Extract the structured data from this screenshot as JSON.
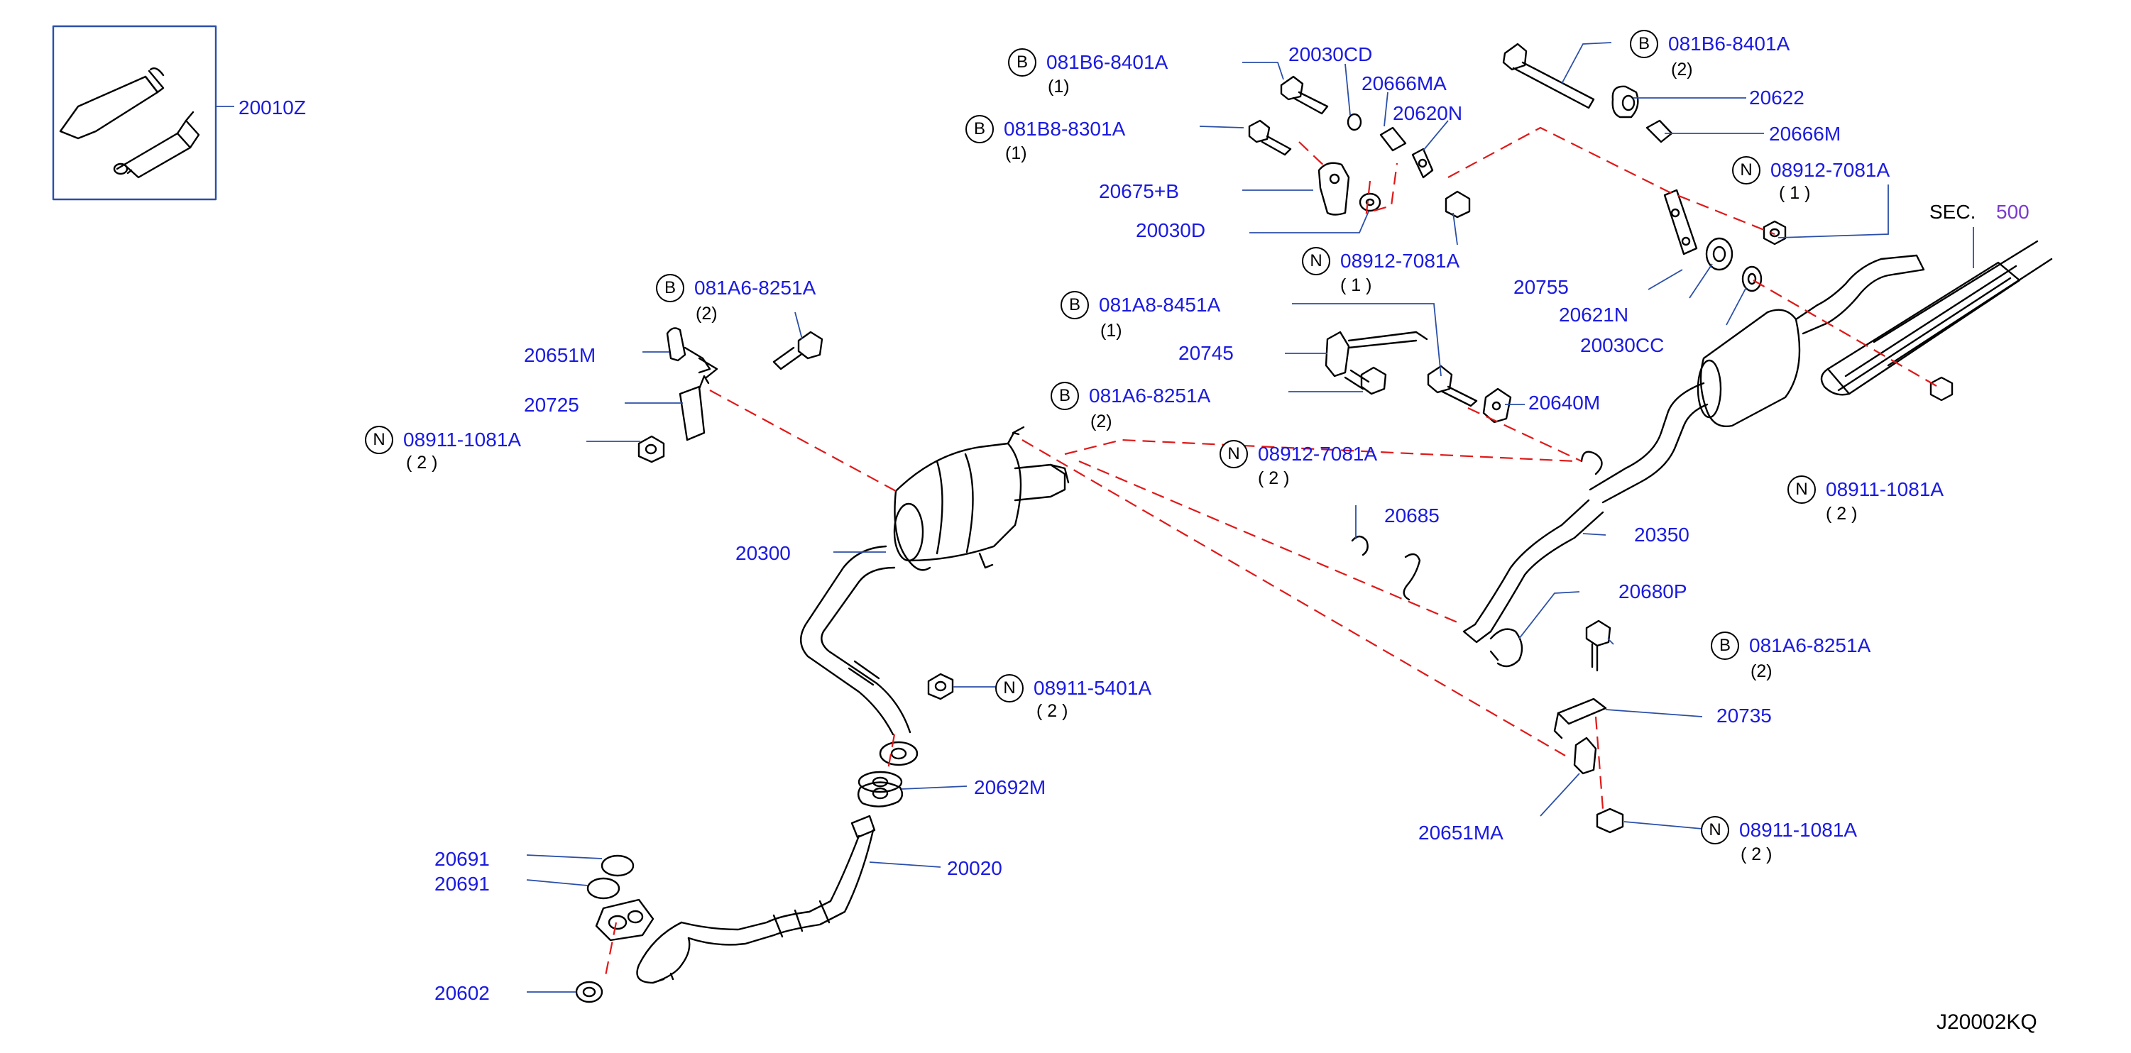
{
  "diagram_code": "J20002KQ",
  "section_ref": {
    "prefix": "SEC.",
    "number": "500"
  },
  "colors": {
    "label": "#1a1ae0",
    "dash": "#e01818",
    "line": "#000000",
    "sec_number": "#7a3ad0"
  },
  "parts": {
    "p20010Z": "20010Z",
    "p20030CD": "20030CD",
    "p20666MA": "20666MA",
    "p20620N": "20620N",
    "p20675B": "20675+B",
    "p20030D": "20030D",
    "p20622": "20622",
    "p20666M": "20666M",
    "p20755": "20755",
    "p20621N": "20621N",
    "p20030CC": "20030CC",
    "p20651M": "20651M",
    "p20725": "20725",
    "p20745": "20745",
    "p20640M": "20640M",
    "p20685": "20685",
    "p20350": "20350",
    "p20300": "20300",
    "p20680P": "20680P",
    "p20735": "20735",
    "p20651MA": "20651MA",
    "p20692M": "20692M",
    "p20020": "20020",
    "p20691a": "20691",
    "p20691b": "20691",
    "p20602": "20602"
  },
  "fasteners": {
    "f1": {
      "type": "B",
      "code": "081B6-8401A",
      "qty": "(1)"
    },
    "f2": {
      "type": "B",
      "code": "081B8-8301A",
      "qty": "(1)"
    },
    "f3": {
      "type": "B",
      "code": "081B6-8401A",
      "qty": "(2)"
    },
    "f4": {
      "type": "N",
      "code": "08912-7081A",
      "qty": "( 1 )"
    },
    "f5": {
      "type": "N",
      "code": "08912-7081A",
      "qty": "( 1 )"
    },
    "f6": {
      "type": "B",
      "code": "081A6-8251A",
      "qty": "(2)"
    },
    "f7": {
      "type": "B",
      "code": "081A8-8451A",
      "qty": "(1)"
    },
    "f8": {
      "type": "N",
      "code": "08911-1081A",
      "qty": "( 2 )"
    },
    "f9": {
      "type": "B",
      "code": "081A6-8251A",
      "qty": "(2)"
    },
    "f10": {
      "type": "N",
      "code": "08912-7081A",
      "qty": "( 2 )"
    },
    "f11": {
      "type": "N",
      "code": "08911-1081A",
      "qty": "( 2 )"
    },
    "f12": {
      "type": "B",
      "code": "081A6-8251A",
      "qty": "(2)"
    },
    "f13": {
      "type": "N",
      "code": "08911-5401A",
      "qty": "( 2 )"
    },
    "f14": {
      "type": "N",
      "code": "08911-1081A",
      "qty": "( 2 )"
    }
  }
}
